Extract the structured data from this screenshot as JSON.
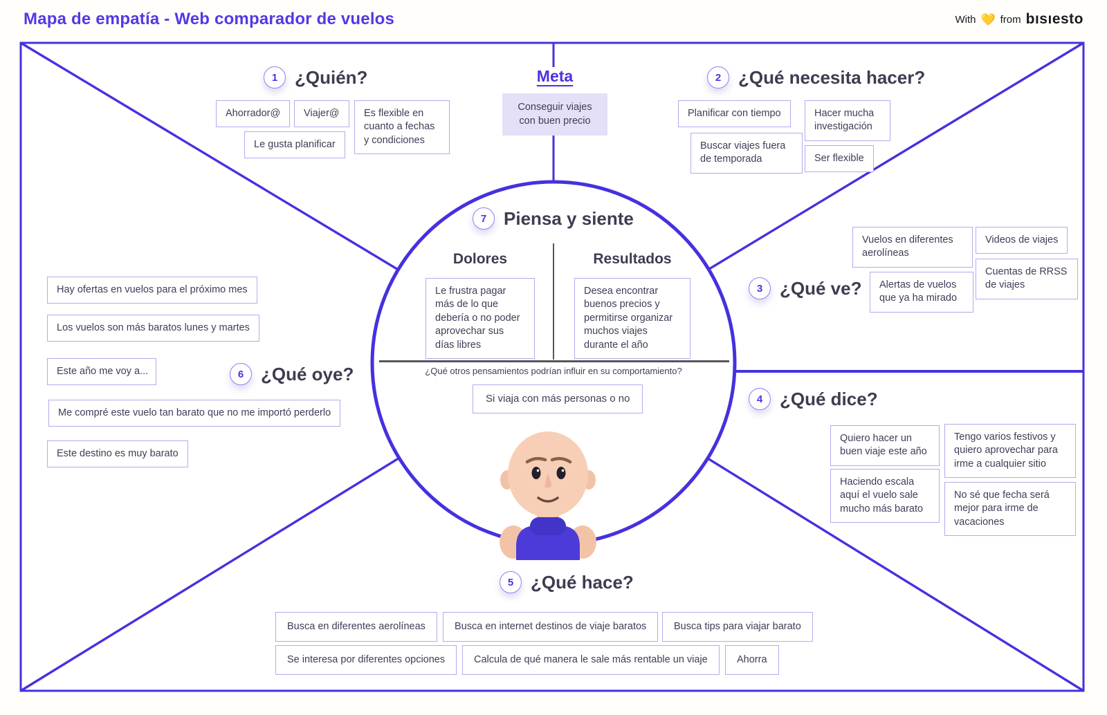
{
  "header": {
    "title": "Mapa de empatía - Web comparador de vuelos",
    "credit": {
      "with": "With",
      "heart": "💛",
      "from": "from",
      "brand": "bısıesto"
    }
  },
  "meta": {
    "label": "Meta",
    "goal": "Conseguir viajes con buen precio"
  },
  "colors": {
    "primary_line": "#4531DE",
    "title_purple": "#5438E4",
    "tag_border": "#B3AAEE",
    "text": "#3F3D56",
    "meta_bg": "#E4E0F7",
    "avatar_shirt": "#4C3AD9"
  },
  "sections": {
    "quien": {
      "number": "1",
      "title": "¿Quién?",
      "tags": [
        "Ahorrador@",
        "Viajer@",
        "Es flexible en cuanto a fechas y condiciones",
        "Le gusta planificar"
      ]
    },
    "necesita": {
      "number": "2",
      "title": "¿Qué necesita hacer?",
      "tags": [
        "Planificar con tiempo",
        "Hacer mucha investigación",
        "Buscar viajes fuera de temporada",
        "Ser flexible"
      ]
    },
    "ve": {
      "number": "3",
      "title": "¿Qué ve?",
      "tags": [
        "Vuelos en diferentes aerolíneas",
        "Videos de viajes",
        "Alertas de vuelos que ya ha mirado",
        "Cuentas de RRSS de viajes"
      ]
    },
    "dice": {
      "number": "4",
      "title": "¿Qué dice?",
      "tags": [
        "Quiero hacer un buen viaje este año",
        "Tengo varios festivos y quiero aprovechar para irme a cualquier sitio",
        "Haciendo escala aquí el vuelo sale mucho más barato",
        "No sé que fecha será mejor para irme de vacaciones"
      ]
    },
    "hace": {
      "number": "5",
      "title": "¿Qué hace?",
      "tags": [
        "Busca en diferentes aerolíneas",
        "Busca en internet destinos de viaje baratos",
        "Busca tips para viajar barato",
        "Se interesa por diferentes opciones",
        "Calcula de qué manera le sale más rentable un viaje",
        "Ahorra"
      ]
    },
    "oye": {
      "number": "6",
      "title": "¿Qué oye?",
      "tags": [
        "Hay ofertas en vuelos para el próximo mes",
        "Los vuelos son más baratos lunes y martes",
        "Este año me voy a...",
        "Me compré este vuelo tan barato que no me importó perderlo",
        "Este destino es muy barato"
      ]
    },
    "piensa": {
      "number": "7",
      "title": "Piensa y siente",
      "pains_heading": "Dolores",
      "gains_heading": "Resultados",
      "pains_tag": "Le frustra pagar más de lo que debería o no poder aprovechar sus días libres",
      "gains_tag": "Desea encontrar buenos precios y permitirse organizar muchos viajes durante el año",
      "question": "¿Qué otros pensamientos podrían influir en su comportamiento?",
      "question_tag": "Si viaja con más personas o no"
    }
  }
}
